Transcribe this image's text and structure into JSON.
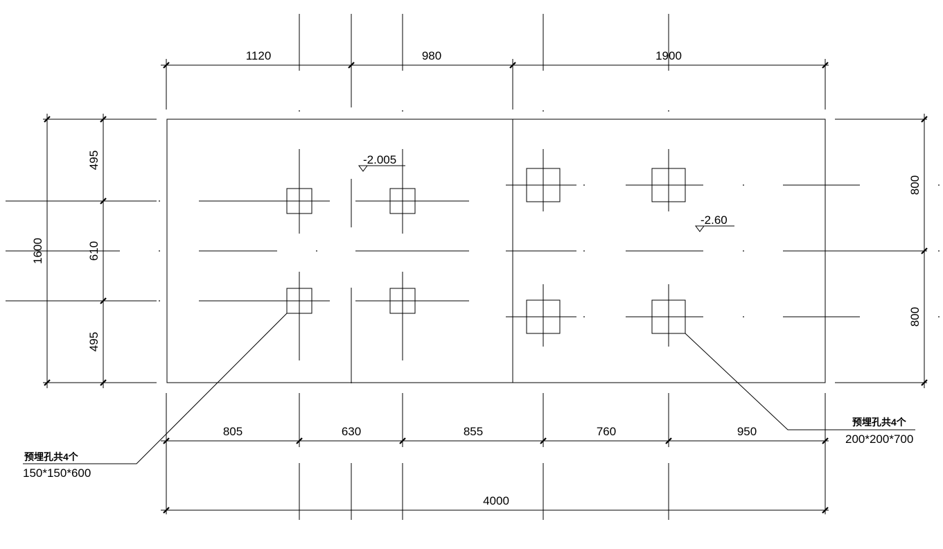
{
  "colors": {
    "line": "#000000",
    "background": "#ffffff"
  },
  "dims": {
    "top": [
      "1120",
      "980",
      "1900"
    ],
    "bottom": [
      "805",
      "630",
      "855",
      "760",
      "950"
    ],
    "total": "4000",
    "left_total": "1600",
    "left": [
      "495",
      "610",
      "495"
    ],
    "right": [
      "800",
      "800"
    ]
  },
  "elevations": {
    "e1": "-2.005",
    "e2": "-2.60"
  },
  "notes": {
    "left": {
      "title": "预埋孔共4个",
      "spec": "150*150*600"
    },
    "right": {
      "title": "预埋孔共4个",
      "spec": "200*200*700"
    }
  }
}
